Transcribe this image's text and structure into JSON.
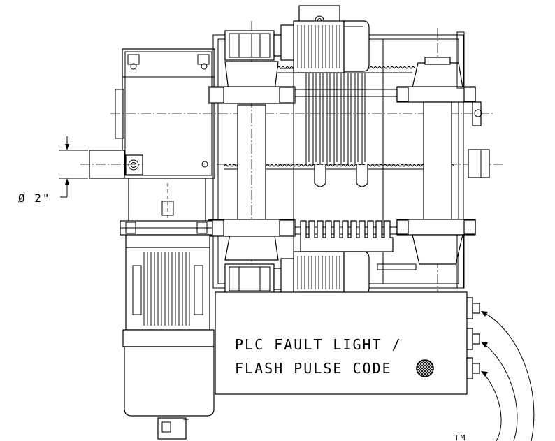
{
  "dimension": {
    "diameter_label": "Ø 2\""
  },
  "panel": {
    "line1": "PLC FAULT LIGHT /",
    "line2": "FLASH PULSE CODE"
  },
  "trademark": "TM"
}
